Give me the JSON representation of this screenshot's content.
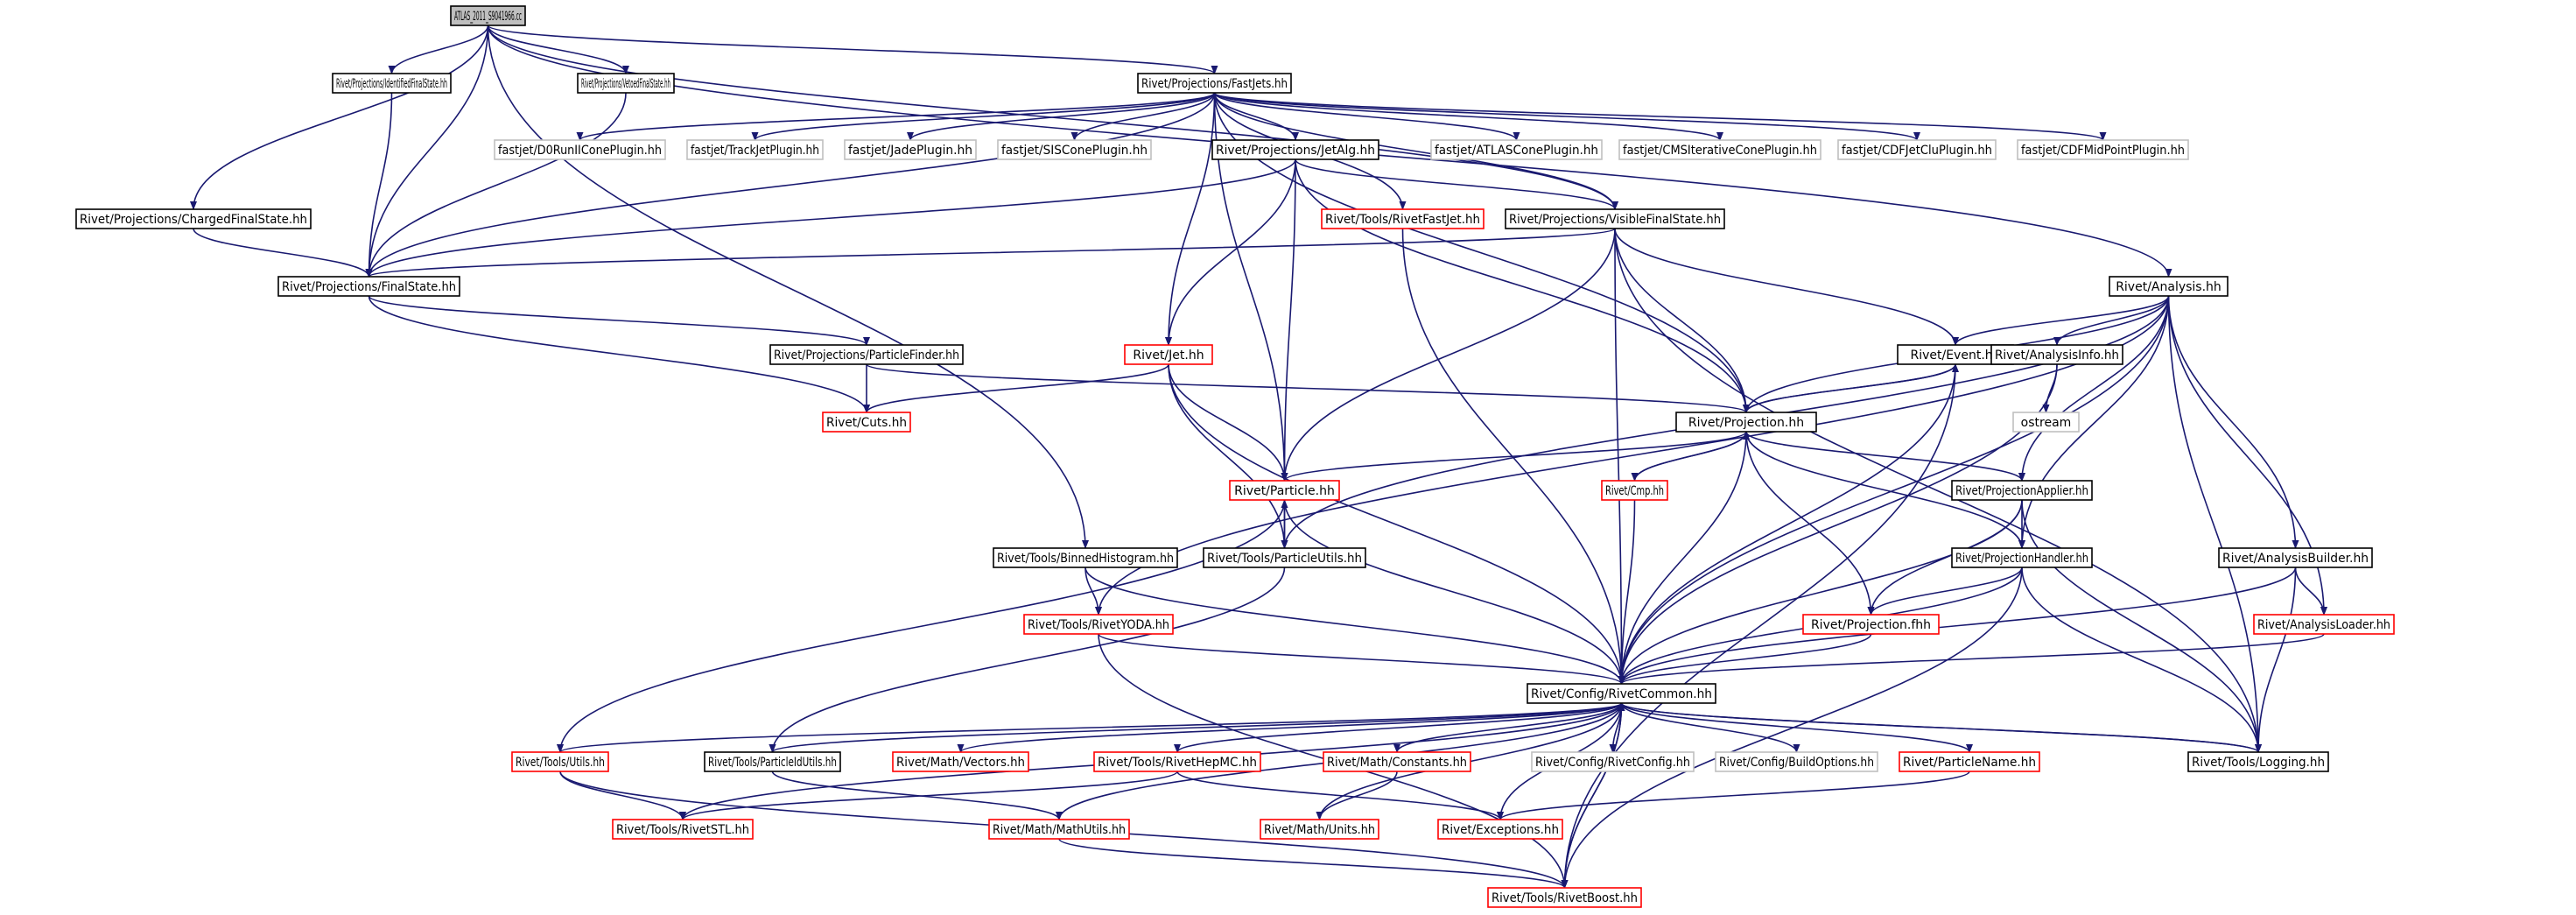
{
  "colors": {
    "edge": "#191970",
    "node_border_default": "#000000",
    "node_border_incomplete": "#ff0000",
    "node_border_external": "#bfbfbf",
    "node_fill_root": "#bfbfbf",
    "node_fill": "#ffffff"
  },
  "nodes": [
    {
      "id": "root",
      "label": "ATLAS_2011_S9041966.cc",
      "kind": "root"
    },
    {
      "id": "ifs",
      "label": "Rivet/Projections/IdentifiedFinalState.hh",
      "kind": "normal"
    },
    {
      "id": "vfs",
      "label": "Rivet/Projections/VetoedFinalState.hh",
      "kind": "normal"
    },
    {
      "id": "fastjets",
      "label": "Rivet/Projections/FastJets.hh",
      "kind": "normal"
    },
    {
      "id": "d0",
      "label": "fastjet/D0RunIIConePlugin.hh",
      "kind": "external"
    },
    {
      "id": "trackjet",
      "label": "fastjet/TrackJetPlugin.hh",
      "kind": "external"
    },
    {
      "id": "jade",
      "label": "fastjet/JadePlugin.hh",
      "kind": "external"
    },
    {
      "id": "siscone",
      "label": "fastjet/SISConePlugin.hh",
      "kind": "external"
    },
    {
      "id": "jetalg",
      "label": "Rivet/Projections/JetAlg.hh",
      "kind": "normal"
    },
    {
      "id": "atlascone",
      "label": "fastjet/ATLASConePlugin.hh",
      "kind": "external"
    },
    {
      "id": "cmsiter",
      "label": "fastjet/CMSIterativeConePlugin.hh",
      "kind": "external"
    },
    {
      "id": "cdfjetclu",
      "label": "fastjet/CDFJetCluPlugin.hh",
      "kind": "external"
    },
    {
      "id": "cdfmid",
      "label": "fastjet/CDFMidPointPlugin.hh",
      "kind": "external"
    },
    {
      "id": "cfs",
      "label": "Rivet/Projections/ChargedFinalState.hh",
      "kind": "normal"
    },
    {
      "id": "rfastjet",
      "label": "Rivet/Tools/RivetFastJet.hh",
      "kind": "incomplete"
    },
    {
      "id": "visfs",
      "label": "Rivet/Projections/VisibleFinalState.hh",
      "kind": "normal"
    },
    {
      "id": "fs",
      "label": "Rivet/Projections/FinalState.hh",
      "kind": "normal"
    },
    {
      "id": "analysis",
      "label": "Rivet/Analysis.hh",
      "kind": "normal"
    },
    {
      "id": "pfinder",
      "label": "Rivet/Projections/ParticleFinder.hh",
      "kind": "normal"
    },
    {
      "id": "jet",
      "label": "Rivet/Jet.hh",
      "kind": "incomplete"
    },
    {
      "id": "event",
      "label": "Rivet/Event.hh",
      "kind": "normal"
    },
    {
      "id": "ainfo",
      "label": "Rivet/AnalysisInfo.hh",
      "kind": "normal"
    },
    {
      "id": "cuts",
      "label": "Rivet/Cuts.hh",
      "kind": "incomplete"
    },
    {
      "id": "ostream",
      "label": "ostream",
      "kind": "external"
    },
    {
      "id": "projection",
      "label": "Rivet/Projection.hh",
      "kind": "normal"
    },
    {
      "id": "particle",
      "label": "Rivet/Particle.hh",
      "kind": "incomplete"
    },
    {
      "id": "cmp",
      "label": "Rivet/Cmp.hh",
      "kind": "incomplete"
    },
    {
      "id": "papplier",
      "label": "Rivet/ProjectionApplier.hh",
      "kind": "normal"
    },
    {
      "id": "binned",
      "label": "Rivet/Tools/BinnedHistogram.hh",
      "kind": "normal"
    },
    {
      "id": "putils",
      "label": "Rivet/Tools/ParticleUtils.hh",
      "kind": "normal"
    },
    {
      "id": "phandler",
      "label": "Rivet/ProjectionHandler.hh",
      "kind": "normal"
    },
    {
      "id": "abuilder",
      "label": "Rivet/AnalysisBuilder.hh",
      "kind": "normal"
    },
    {
      "id": "ryoda",
      "label": "Rivet/Tools/RivetYODA.hh",
      "kind": "incomplete"
    },
    {
      "id": "pfhh",
      "label": "Rivet/Projection.fhh",
      "kind": "incomplete"
    },
    {
      "id": "aloader",
      "label": "Rivet/AnalysisLoader.hh",
      "kind": "incomplete"
    },
    {
      "id": "rcommon",
      "label": "Rivet/Config/RivetCommon.hh",
      "kind": "normal"
    },
    {
      "id": "utils",
      "label": "Rivet/Tools/Utils.hh",
      "kind": "incomplete"
    },
    {
      "id": "pidutils",
      "label": "Rivet/Tools/ParticleIdUtils.hh",
      "kind": "normal"
    },
    {
      "id": "vectors",
      "label": "Rivet/Math/Vectors.hh",
      "kind": "incomplete"
    },
    {
      "id": "hepmc",
      "label": "Rivet/Tools/RivetHepMC.hh",
      "kind": "incomplete"
    },
    {
      "id": "constants",
      "label": "Rivet/Math/Constants.hh",
      "kind": "incomplete"
    },
    {
      "id": "rconfig",
      "label": "Rivet/Config/RivetConfig.hh",
      "kind": "external"
    },
    {
      "id": "buildopts",
      "label": "Rivet/Config/BuildOptions.hh",
      "kind": "external"
    },
    {
      "id": "pname",
      "label": "Rivet/ParticleName.hh",
      "kind": "incomplete"
    },
    {
      "id": "logging",
      "label": "Rivet/Tools/Logging.hh",
      "kind": "normal"
    },
    {
      "id": "rstl",
      "label": "Rivet/Tools/RivetSTL.hh",
      "kind": "incomplete"
    },
    {
      "id": "mathutils",
      "label": "Rivet/Math/MathUtils.hh",
      "kind": "incomplete"
    },
    {
      "id": "units",
      "label": "Rivet/Math/Units.hh",
      "kind": "incomplete"
    },
    {
      "id": "exceptions",
      "label": "Rivet/Exceptions.hh",
      "kind": "incomplete"
    },
    {
      "id": "rboost",
      "label": "Rivet/Tools/RivetBoost.hh",
      "kind": "incomplete"
    }
  ],
  "edges": [
    [
      "root",
      "ifs"
    ],
    [
      "root",
      "vfs"
    ],
    [
      "root",
      "fastjets"
    ],
    [
      "root",
      "cfs"
    ],
    [
      "root",
      "fs"
    ],
    [
      "root",
      "binned"
    ],
    [
      "root",
      "analysis"
    ],
    [
      "root",
      "visfs"
    ],
    [
      "ifs",
      "fs"
    ],
    [
      "vfs",
      "fs"
    ],
    [
      "fastjets",
      "d0"
    ],
    [
      "fastjets",
      "trackjet"
    ],
    [
      "fastjets",
      "jade"
    ],
    [
      "fastjets",
      "siscone"
    ],
    [
      "fastjets",
      "jetalg"
    ],
    [
      "fastjets",
      "atlascone"
    ],
    [
      "fastjets",
      "cmsiter"
    ],
    [
      "fastjets",
      "cdfjetclu"
    ],
    [
      "fastjets",
      "cdfmid"
    ],
    [
      "fastjets",
      "rfastjet"
    ],
    [
      "fastjets",
      "fs"
    ],
    [
      "fastjets",
      "jet"
    ],
    [
      "fastjets",
      "particle"
    ],
    [
      "fastjets",
      "projection"
    ],
    [
      "fastjets",
      "visfs"
    ],
    [
      "jetalg",
      "fs"
    ],
    [
      "jetalg",
      "jet"
    ],
    [
      "jetalg",
      "particle"
    ],
    [
      "jetalg",
      "visfs"
    ],
    [
      "jetalg",
      "projection"
    ],
    [
      "cfs",
      "fs"
    ],
    [
      "rfastjet",
      "rcommon"
    ],
    [
      "visfs",
      "fs"
    ],
    [
      "visfs",
      "event"
    ],
    [
      "visfs",
      "projection"
    ],
    [
      "visfs",
      "particle"
    ],
    [
      "visfs",
      "rcommon"
    ],
    [
      "visfs",
      "logging"
    ],
    [
      "fs",
      "pfinder"
    ],
    [
      "fs",
      "cuts"
    ],
    [
      "pfinder",
      "cuts"
    ],
    [
      "pfinder",
      "projection"
    ],
    [
      "analysis",
      "event"
    ],
    [
      "analysis",
      "ainfo"
    ],
    [
      "analysis",
      "projection"
    ],
    [
      "analysis",
      "papplier"
    ],
    [
      "analysis",
      "phandler"
    ],
    [
      "analysis",
      "abuilder"
    ],
    [
      "analysis",
      "aloader"
    ],
    [
      "analysis",
      "putils"
    ],
    [
      "analysis",
      "ryoda"
    ],
    [
      "analysis",
      "rcommon"
    ],
    [
      "analysis",
      "logging"
    ],
    [
      "jet",
      "cuts"
    ],
    [
      "jet",
      "particle"
    ],
    [
      "jet",
      "putils"
    ],
    [
      "jet",
      "rcommon"
    ],
    [
      "event",
      "projection"
    ],
    [
      "event",
      "rcommon"
    ],
    [
      "event",
      "rboost"
    ],
    [
      "ainfo",
      "ostream"
    ],
    [
      "ainfo",
      "rcommon"
    ],
    [
      "projection",
      "event"
    ],
    [
      "projection",
      "cmp"
    ],
    [
      "projection",
      "papplier"
    ],
    [
      "projection",
      "phandler"
    ],
    [
      "projection",
      "pfhh"
    ],
    [
      "projection",
      "particle"
    ],
    [
      "projection",
      "rcommon"
    ],
    [
      "cmp",
      "projection"
    ],
    [
      "cmp",
      "rcommon"
    ],
    [
      "particle",
      "putils"
    ],
    [
      "particle",
      "utils"
    ],
    [
      "particle",
      "rcommon"
    ],
    [
      "putils",
      "particle"
    ],
    [
      "putils",
      "pidutils"
    ],
    [
      "papplier",
      "phandler"
    ],
    [
      "papplier",
      "pfhh"
    ],
    [
      "papplier",
      "rcommon"
    ],
    [
      "papplier",
      "logging"
    ],
    [
      "binned",
      "ryoda"
    ],
    [
      "binned",
      "rcommon"
    ],
    [
      "phandler",
      "pfhh"
    ],
    [
      "phandler",
      "rcommon"
    ],
    [
      "phandler",
      "logging"
    ],
    [
      "phandler",
      "rboost"
    ],
    [
      "abuilder",
      "aloader"
    ],
    [
      "abuilder",
      "rcommon"
    ],
    [
      "abuilder",
      "logging"
    ],
    [
      "ryoda",
      "rcommon"
    ],
    [
      "ryoda",
      "rboost"
    ],
    [
      "pfhh",
      "rcommon"
    ],
    [
      "aloader",
      "rcommon"
    ],
    [
      "rcommon",
      "utils"
    ],
    [
      "rcommon",
      "pidutils"
    ],
    [
      "rcommon",
      "vectors"
    ],
    [
      "rcommon",
      "hepmc"
    ],
    [
      "rcommon",
      "constants"
    ],
    [
      "rcommon",
      "rconfig"
    ],
    [
      "rcommon",
      "buildopts"
    ],
    [
      "rcommon",
      "pname"
    ],
    [
      "rcommon",
      "logging"
    ],
    [
      "rcommon",
      "rstl"
    ],
    [
      "rcommon",
      "mathutils"
    ],
    [
      "rcommon",
      "units"
    ],
    [
      "rcommon",
      "exceptions"
    ],
    [
      "rcommon",
      "rboost"
    ],
    [
      "utils",
      "rstl"
    ],
    [
      "utils",
      "rboost"
    ],
    [
      "pidutils",
      "mathutils"
    ],
    [
      "hepmc",
      "rstl"
    ],
    [
      "hepmc",
      "exceptions"
    ],
    [
      "constants",
      "units"
    ],
    [
      "pname",
      "exceptions"
    ],
    [
      "logging",
      "rcommon"
    ],
    [
      "mathutils",
      "rboost"
    ],
    [
      "rboost",
      "rcommon"
    ]
  ]
}
